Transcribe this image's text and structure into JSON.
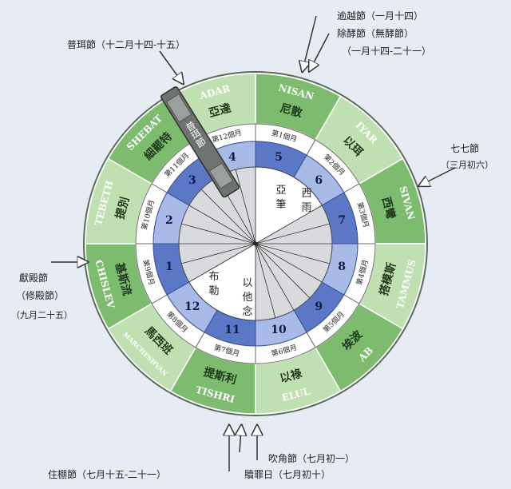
{
  "months": [
    {
      "en": "NISAN",
      "zh": "尼散",
      "num": "第1個月",
      "season": "5"
    },
    {
      "en": "IYAR",
      "zh": "以珥",
      "num": "第2個月",
      "season": "6"
    },
    {
      "en": "SIVAN",
      "zh": "西彎",
      "num": "第3個月",
      "season": "7"
    },
    {
      "en": "TAMMUS",
      "zh": "搭模斯",
      "num": "第4個月",
      "season": "8"
    },
    {
      "en": "AB",
      "zh": "埃波",
      "num": "第5個月",
      "season": "9"
    },
    {
      "en": "ELUL",
      "zh": "以祿",
      "num": "第6個月",
      "season": "10"
    },
    {
      "en": "TISHRI",
      "zh": "提斯利",
      "num": "第7個月",
      "season": "11"
    },
    {
      "en": "MARCHESHVAN",
      "zh": "馬西班",
      "num": "第8個月",
      "season": "12"
    },
    {
      "en": "CHISLEV",
      "zh": "基斯流",
      "num": "第9個月",
      "season": "1"
    },
    {
      "en": "TEBETH",
      "zh": "提別",
      "num": "第10個月",
      "season": "2"
    },
    {
      "en": "SHEBAT",
      "zh": "細罷特",
      "num": "第11個月",
      "season": "3"
    },
    {
      "en": "ADAR",
      "zh": "亞達",
      "num": "第12個月",
      "season": "4"
    }
  ],
  "seasons": {
    "west": "西\n雨",
    "east": "亞\n筆",
    "dry": "以\n他\n念",
    "bul": "布\n勒"
  },
  "purim_tag": "普珥節",
  "festivals": {
    "passover_1": "逾越節（一月十四）",
    "passover_2": "除酵節（無酵節）",
    "passover_3": "（一月十四-二十一）",
    "pentecost_1": "七七節",
    "pentecost_2": "（三月初六）",
    "dedication_1": "獻殿節",
    "dedication_2": "（修殿節）",
    "dedication_3": "（九月二十五）",
    "purim": "普珥節（十二月十四-十五）",
    "trumpets": "吹角節（七月初一）",
    "atonement": "贖罪日（七月初十）",
    "tabernacles": "住棚節（七月十五-二十一）"
  },
  "colors": {
    "outer_ring_a": "#7dbb6e",
    "outer_ring_b": "#bfe0b1",
    "month_band": "#ffffff",
    "season_ring": "#5a78c6",
    "season_ring_light": "#a8bbe8",
    "center": "#d9dadd",
    "text_dark": "#1d3b1d"
  }
}
